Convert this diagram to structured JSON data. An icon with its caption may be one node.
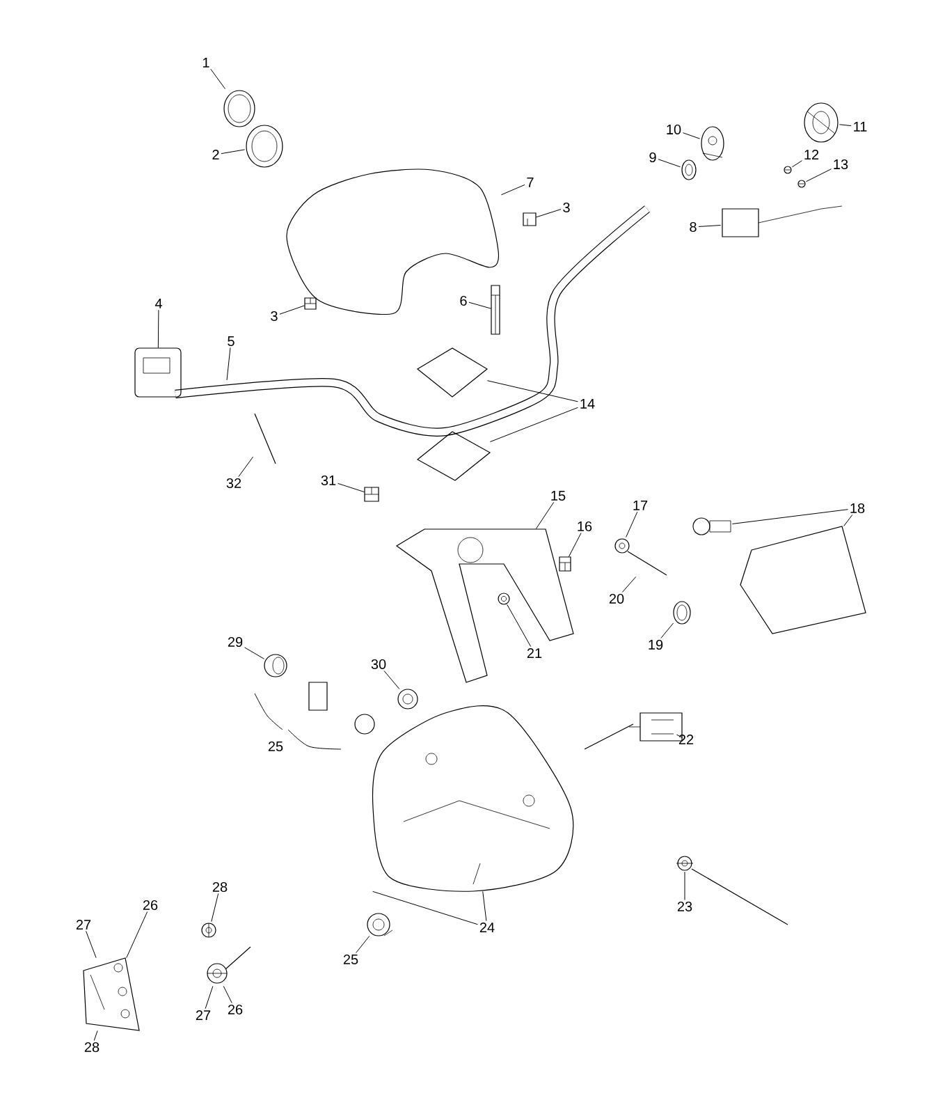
{
  "diagram": {
    "nodes": [
      {
        "text": [
          "1"
        ]
      },
      {
        "text": [
          "2"
        ]
      },
      {
        "text": [
          "7"
        ]
      },
      {
        "text": [
          "3"
        ]
      },
      {
        "text": [
          "10"
        ]
      },
      {
        "text": [
          "11"
        ]
      },
      {
        "text": [
          "9"
        ]
      },
      {
        "text": [
          "12"
        ]
      },
      {
        "text": [
          "13"
        ]
      },
      {
        "text": [
          "8"
        ]
      },
      {
        "text": [
          "4"
        ]
      },
      {
        "text": [
          "3"
        ]
      },
      {
        "text": [
          "6"
        ]
      },
      {
        "text": [
          "5"
        ]
      },
      {
        "text": [
          "14"
        ]
      },
      {
        "text": [
          "32"
        ]
      },
      {
        "text": [
          "31"
        ]
      },
      {
        "text": [
          "15"
        ]
      },
      {
        "text": [
          "16"
        ]
      },
      {
        "text": [
          "17"
        ]
      },
      {
        "text": [
          "18"
        ]
      },
      {
        "text": [
          "20"
        ]
      },
      {
        "text": [
          "19"
        ]
      },
      {
        "text": [
          "21"
        ]
      },
      {
        "text": [
          "29"
        ]
      },
      {
        "text": [
          "30"
        ]
      },
      {
        "text": [
          "25"
        ]
      },
      {
        "text": [
          "22"
        ]
      },
      {
        "text": [
          "24"
        ]
      },
      {
        "text": [
          "23"
        ]
      },
      {
        "text": [
          "25"
        ]
      },
      {
        "text": [
          "28"
        ]
      },
      {
        "text": [
          "26"
        ]
      },
      {
        "text": [
          "27"
        ]
      },
      {
        "text": [
          "28"
        ]
      },
      {
        "text": [
          "27"
        ]
      },
      {
        "text": [
          "26"
        ]
      },
      {
        "text": [],
        "shape": "picture"
      },
      {
        "text": [],
        "shape": "picture"
      },
      {
        "text": [],
        "shape": "picture"
      },
      {
        "text": [],
        "shape": "picture"
      },
      {
        "text": [],
        "shape": "picture"
      },
      {
        "text": [],
        "shape": "picture"
      },
      {
        "text": [],
        "shape": "picture"
      },
      {
        "text": [],
        "shape": "picture"
      },
      {
        "text": [],
        "shape": "picture"
      },
      {
        "text": [],
        "shape": "picture"
      },
      {
        "text": [],
        "shape": "picture"
      },
      {
        "text": [],
        "shape": "picture"
      },
      {
        "text": [],
        "shape": "picture"
      },
      {
        "text": [],
        "shape": "picture"
      },
      {
        "text": [],
        "shape": "picture"
      },
      {
        "text": [],
        "shape": "picture"
      },
      {
        "text": [],
        "shape": "picture"
      },
      {
        "text": [],
        "shape": "picture"
      },
      {
        "text": [],
        "shape": "picture"
      },
      {
        "text": [],
        "shape": "picture"
      },
      {
        "text": [],
        "shape": "picture"
      },
      {
        "text": [],
        "shape": "picture"
      },
      {
        "text": [],
        "shape": "picture"
      },
      {
        "text": [],
        "shape": "picture"
      },
      {
        "text": [],
        "shape": "picture"
      },
      {
        "text": [],
        "shape": "picture"
      },
      {
        "text": [],
        "shape": "picture"
      },
      {
        "text": [],
        "shape": "picture"
      },
      {
        "text": [],
        "shape": "picture"
      },
      {
        "text": [],
        "shape": "picture"
      },
      {
        "text": [],
        "shape": "picture"
      },
      {
        "text": [],
        "shape": "picture"
      },
      {
        "text": [],
        "shape": "picture"
      },
      {
        "text": [],
        "shape": "picture"
      }
    ],
    "edges": [
      {
        "from": 0,
        "to": 37,
        "arrow": "none"
      },
      {
        "from": 1,
        "to": 38,
        "arrow": "none"
      },
      {
        "from": 2,
        "to": 39,
        "arrow": "none"
      },
      {
        "from": 3,
        "to": 40,
        "arrow": "none"
      },
      {
        "from": 4,
        "to": 41,
        "arrow": "none"
      },
      {
        "from": 5,
        "to": 42,
        "arrow": "none"
      },
      {
        "from": 6,
        "to": 43,
        "arrow": "none"
      },
      {
        "from": 7,
        "to": 44,
        "arrow": "none"
      },
      {
        "from": 8,
        "to": 45,
        "arrow": "none"
      },
      {
        "from": 9,
        "to": 46,
        "arrow": "none"
      },
      {
        "from": 10,
        "to": 47,
        "arrow": "none"
      },
      {
        "from": 11,
        "to": 48,
        "arrow": "none"
      },
      {
        "from": 12,
        "to": 49,
        "arrow": "none"
      },
      {
        "from": 13,
        "to": null,
        "arrow": "none"
      },
      {
        "from": 14,
        "to": 50,
        "arrow": "none"
      },
      {
        "from": 14,
        "to": 51,
        "arrow": "none"
      },
      {
        "from": 15,
        "to": 52,
        "arrow": "none"
      },
      {
        "from": 16,
        "to": 53,
        "arrow": "none"
      },
      {
        "from": 17,
        "to": 54,
        "arrow": "none"
      },
      {
        "from": 18,
        "to": 55,
        "arrow": "none"
      },
      {
        "from": 19,
        "to": 56,
        "arrow": "none"
      },
      {
        "from": 20,
        "to": 57,
        "arrow": "none"
      },
      {
        "from": 20,
        "to": 58,
        "arrow": "none"
      },
      {
        "from": 21,
        "to": 59,
        "arrow": "none"
      },
      {
        "from": 22,
        "to": 60,
        "arrow": "none"
      },
      {
        "from": 23,
        "to": 61,
        "arrow": "none"
      },
      {
        "from": 24,
        "to": 62,
        "arrow": "none"
      },
      {
        "from": 25,
        "to": 63,
        "arrow": "none"
      },
      {
        "from": 27,
        "to": 64,
        "arrow": "none"
      },
      {
        "from": 28,
        "to": 65,
        "arrow": "none"
      },
      {
        "from": 28,
        "to": 65,
        "arrow": "none"
      },
      {
        "from": 29,
        "to": 66,
        "arrow": "none"
      },
      {
        "from": 30,
        "to": 67,
        "arrow": "none"
      },
      {
        "from": 31,
        "to": 68,
        "arrow": "none"
      },
      {
        "from": 32,
        "to": 69,
        "arrow": "none"
      },
      {
        "from": 33,
        "to": 69,
        "arrow": "none"
      },
      {
        "from": 34,
        "to": 69,
        "arrow": "none"
      },
      {
        "from": 35,
        "to": 70,
        "arrow": "none"
      },
      {
        "from": 36,
        "to": 70,
        "arrow": "none"
      }
    ]
  }
}
